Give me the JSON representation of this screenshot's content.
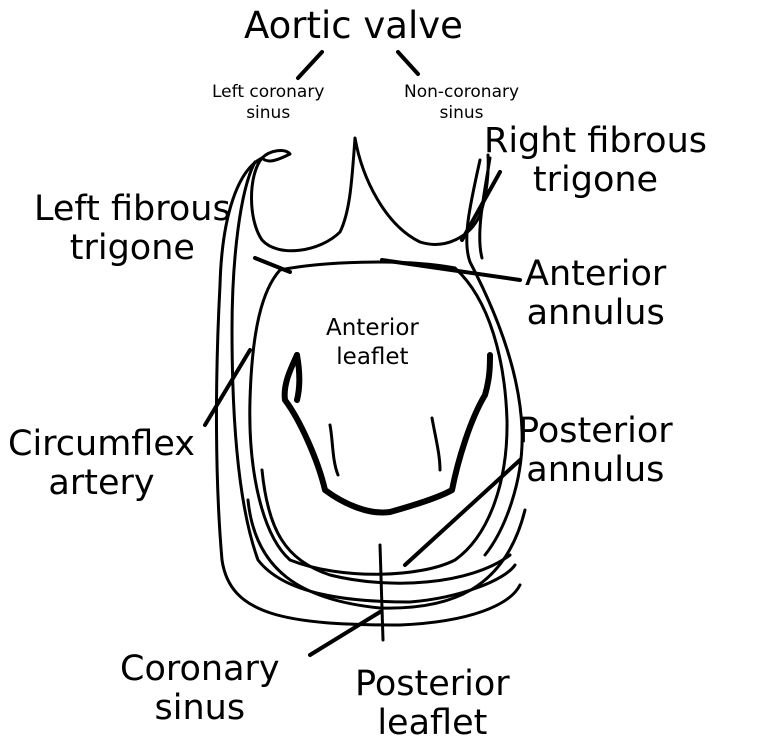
{
  "labels": {
    "aortic_valve": "Aortic valve",
    "left_coronary_sinus": [
      "Left coronary",
      "sinus"
    ],
    "non_coronary_sinus": [
      "Non-coronary",
      "sinus"
    ],
    "right_fibrous_trigone": [
      "Right fibrous",
      "trigone"
    ],
    "left_fibrous_trigone": [
      "Left fibrous",
      "trigone"
    ],
    "anterior_annulus": [
      "Anterior",
      "annulus"
    ],
    "anterior_leaflet": [
      "Anterior",
      "leaflet"
    ],
    "circumflex_artery": [
      "Circumflex",
      "artery"
    ],
    "posterior_annulus": [
      "Posterior",
      "annulus"
    ],
    "coronary_sinus": [
      "Coronary",
      "sinus"
    ],
    "posterior_leaflet": [
      "Posterior",
      "leaflet"
    ]
  },
  "colors": {
    "ink": "#000000",
    "background": "#ffffff"
  }
}
